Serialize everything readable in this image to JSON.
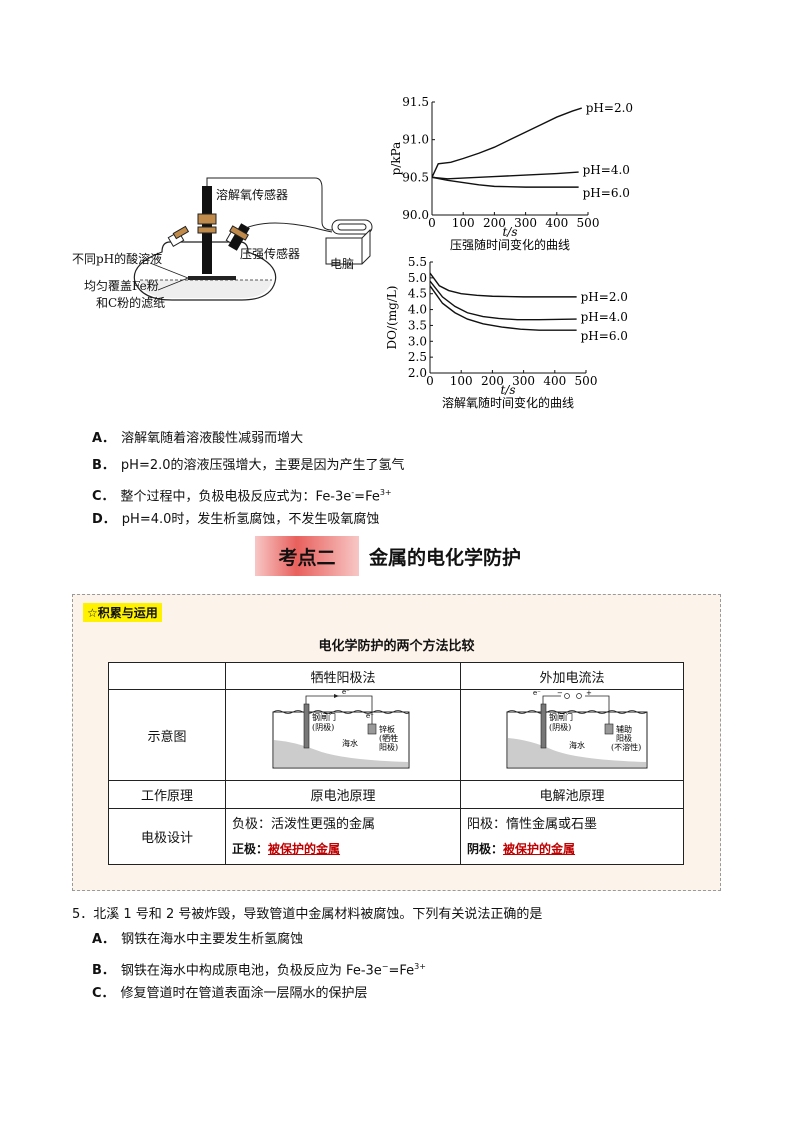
{
  "apparatus": {
    "sensor_do": "溶解氧传感器",
    "sensor_p": "压强传感器",
    "solution": "不同pH的酸溶液",
    "paper_line1": "均匀覆盖Fe粉",
    "paper_line2": "和C粉的滤纸",
    "computer": "电脑"
  },
  "chart_data": [
    {
      "type": "line",
      "title": "压强随时间变化的曲线",
      "xlabel": "t/s",
      "ylabel": "p/kPa",
      "xlim": [
        0,
        500
      ],
      "ylim": [
        90.0,
        91.5
      ],
      "xticks": [
        "0",
        "100",
        "200",
        "300",
        "400",
        "500"
      ],
      "yticks": [
        "90.0",
        "90.5",
        "91.0",
        "91.5"
      ],
      "series": [
        {
          "name": "pH=2.0",
          "x": [
            0,
            20,
            60,
            100,
            150,
            200,
            250,
            300,
            350,
            400,
            450,
            480
          ],
          "y": [
            90.5,
            90.68,
            90.7,
            90.75,
            90.82,
            90.9,
            91.0,
            91.1,
            91.2,
            91.3,
            91.38,
            91.42
          ]
        },
        {
          "name": "pH=4.0",
          "x": [
            0,
            50,
            100,
            200,
            300,
            400,
            470
          ],
          "y": [
            90.5,
            90.48,
            90.49,
            90.51,
            90.53,
            90.55,
            90.57
          ]
        },
        {
          "name": "pH=6.0",
          "x": [
            0,
            50,
            100,
            150,
            200,
            300,
            400,
            470
          ],
          "y": [
            90.5,
            90.46,
            90.43,
            90.4,
            90.38,
            90.37,
            90.37,
            90.37
          ]
        }
      ]
    },
    {
      "type": "line",
      "title": "溶解氧随时间变化的曲线",
      "xlabel": "t/s",
      "ylabel": "DO/(mg/L)",
      "xlim": [
        0,
        500
      ],
      "ylim": [
        2.0,
        5.5
      ],
      "xticks": [
        "0",
        "100",
        "200",
        "300",
        "400",
        "500"
      ],
      "yticks": [
        "2.0",
        "2.5",
        "3.0",
        "3.5",
        "4.0",
        "4.5",
        "5.0",
        "5.5"
      ],
      "series": [
        {
          "name": "pH=2.0",
          "x": [
            0,
            30,
            60,
            100,
            150,
            200,
            300,
            400,
            470
          ],
          "y": [
            5.15,
            4.75,
            4.6,
            4.5,
            4.45,
            4.42,
            4.4,
            4.4,
            4.4
          ]
        },
        {
          "name": "pH=4.0",
          "x": [
            0,
            40,
            80,
            120,
            170,
            220,
            280,
            350,
            470
          ],
          "y": [
            4.9,
            4.4,
            4.1,
            3.9,
            3.78,
            3.72,
            3.68,
            3.68,
            3.7
          ]
        },
        {
          "name": "pH=6.0",
          "x": [
            0,
            40,
            80,
            120,
            170,
            230,
            290,
            350,
            470
          ],
          "y": [
            4.75,
            4.2,
            3.9,
            3.7,
            3.55,
            3.45,
            3.38,
            3.35,
            3.35
          ]
        }
      ]
    }
  ],
  "options1": [
    {
      "letter": "A．",
      "text": "溶解氧随着溶液酸性减弱而增大"
    },
    {
      "letter": "B．",
      "text": "pH=2.0的溶液压强增大，主要是因为产生了氢气"
    },
    {
      "letter": "C．",
      "text_pre": "整个过程中，负极电极反应式为：Fe-3e",
      "sup1": "-",
      "text_mid": "=Fe",
      "sup2": "3+"
    },
    {
      "letter": "D．",
      "text": "pH=4.0时，发生析氢腐蚀，不发生吸氧腐蚀"
    }
  ],
  "section": {
    "tag": "考点二",
    "title": "金属的电化学防护"
  },
  "box": {
    "badge": "积累与运用",
    "table_title": "电化学防护的两个方法比较",
    "col1": "牺牲阳极法",
    "col2": "外加电流法",
    "row_diagram": "示意图",
    "row_principle": "工作原理",
    "principle1": "原电池原理",
    "principle2": "电解池原理",
    "row_electrode": "电极设计",
    "e1_neg": "负极：活泼性更强的金属",
    "e1_pos_label": "正极：",
    "e1_pos": "被保护的金属",
    "e2_anode": "阳极：惰性金属或石墨",
    "e2_cathode_label": "阴极：",
    "e2_cathode": "被保护的金属",
    "d1_gate1": "钢闸门",
    "d1_gate2": "(阴极)",
    "d1_water": "海水",
    "d1_zinc1": "锌板",
    "d1_zinc2": "(牺牲",
    "d1_zinc3": "阳极)",
    "d2_gate1": "钢闸门",
    "d2_gate2": "(阴极)",
    "d2_water": "海水",
    "d2_aux1": "辅助",
    "d2_aux2": "阳极",
    "d2_aux3": "(不溶性)",
    "electron": "e⁻"
  },
  "q5": {
    "stem": "5．北溪 1 号和 2 号被炸毁，导致管道中金属材料被腐蚀。下列有关说法正确的是",
    "A": {
      "letter": "A．",
      "text": "钢铁在海水中主要发生析氢腐蚀"
    },
    "B": {
      "letter": "B．",
      "text_pre": "钢铁在海水中构成原电池，负极反应为 Fe-3e",
      "sup1": "−",
      "text_mid": "=Fe",
      "sup2": "3+"
    },
    "C": {
      "letter": "C．",
      "text": "修复管道时在管道表面涂一层隔水的保护层"
    }
  }
}
